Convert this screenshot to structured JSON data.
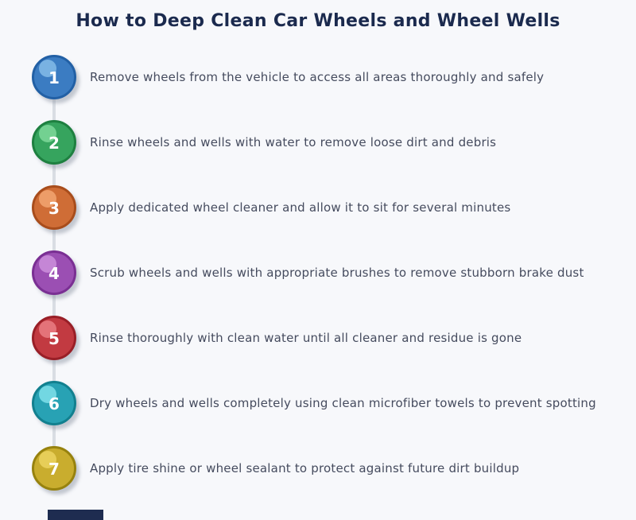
{
  "title": "How to Deep Clean Car Wheels and Wheel Wells",
  "colors": {
    "background": "#f7f8fb",
    "title": "#1b2a4e",
    "step_text": "#454b5e",
    "connector": "#d9dde3",
    "number_text": "#ffffff",
    "cropped_bar": "#1e2c50"
  },
  "steps": [
    {
      "number": "1",
      "text": "Remove wheels from the vehicle to access all areas thoroughly and safely",
      "fill": "#3b7cc2",
      "border": "#2260a5",
      "highlight": "#85bce8"
    },
    {
      "number": "2",
      "text": "Rinse wheels and wells with water to remove loose dirt and debris",
      "fill": "#36a45e",
      "border": "#1e8040",
      "highlight": "#7ed99a"
    },
    {
      "number": "3",
      "text": "Apply dedicated wheel cleaner and allow it to sit for several minutes",
      "fill": "#cf6d36",
      "border": "#a84d1c",
      "highlight": "#f2a671"
    },
    {
      "number": "4",
      "text": "Scrub wheels and wells with appropriate brushes to remove stubborn brake dust",
      "fill": "#9b4fb3",
      "border": "#7a2f93",
      "highlight": "#cd8fdc"
    },
    {
      "number": "5",
      "text": "Rinse thoroughly with clean water until all cleaner and residue is gone",
      "fill": "#c23a41",
      "border": "#991f27",
      "highlight": "#ea7e84"
    },
    {
      "number": "6",
      "text": "Dry wheels and wells completely using clean microfiber towels to prevent spotting",
      "fill": "#28a2b4",
      "border": "#12808f",
      "highlight": "#7fe0ea"
    },
    {
      "number": "7",
      "text": "Apply tire shine or wheel sealant to protect against future dirt buildup",
      "fill": "#c9ad2e",
      "border": "#97820e",
      "highlight": "#ecd45f"
    }
  ]
}
